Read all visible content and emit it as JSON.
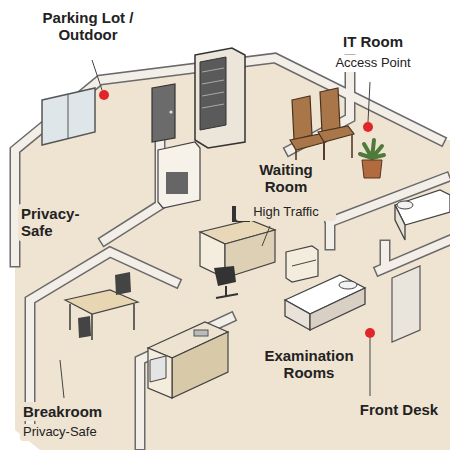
{
  "diagram": {
    "labels": [
      "Parking Lot / Outdoor",
      "IT Room",
      "Access Point",
      "Waiting Room",
      "High Traffic",
      "Privacy-Safe",
      "Examination Rooms",
      "Breakroom",
      "Privacy-Safe",
      "Front Desk"
    ]
  }
}
